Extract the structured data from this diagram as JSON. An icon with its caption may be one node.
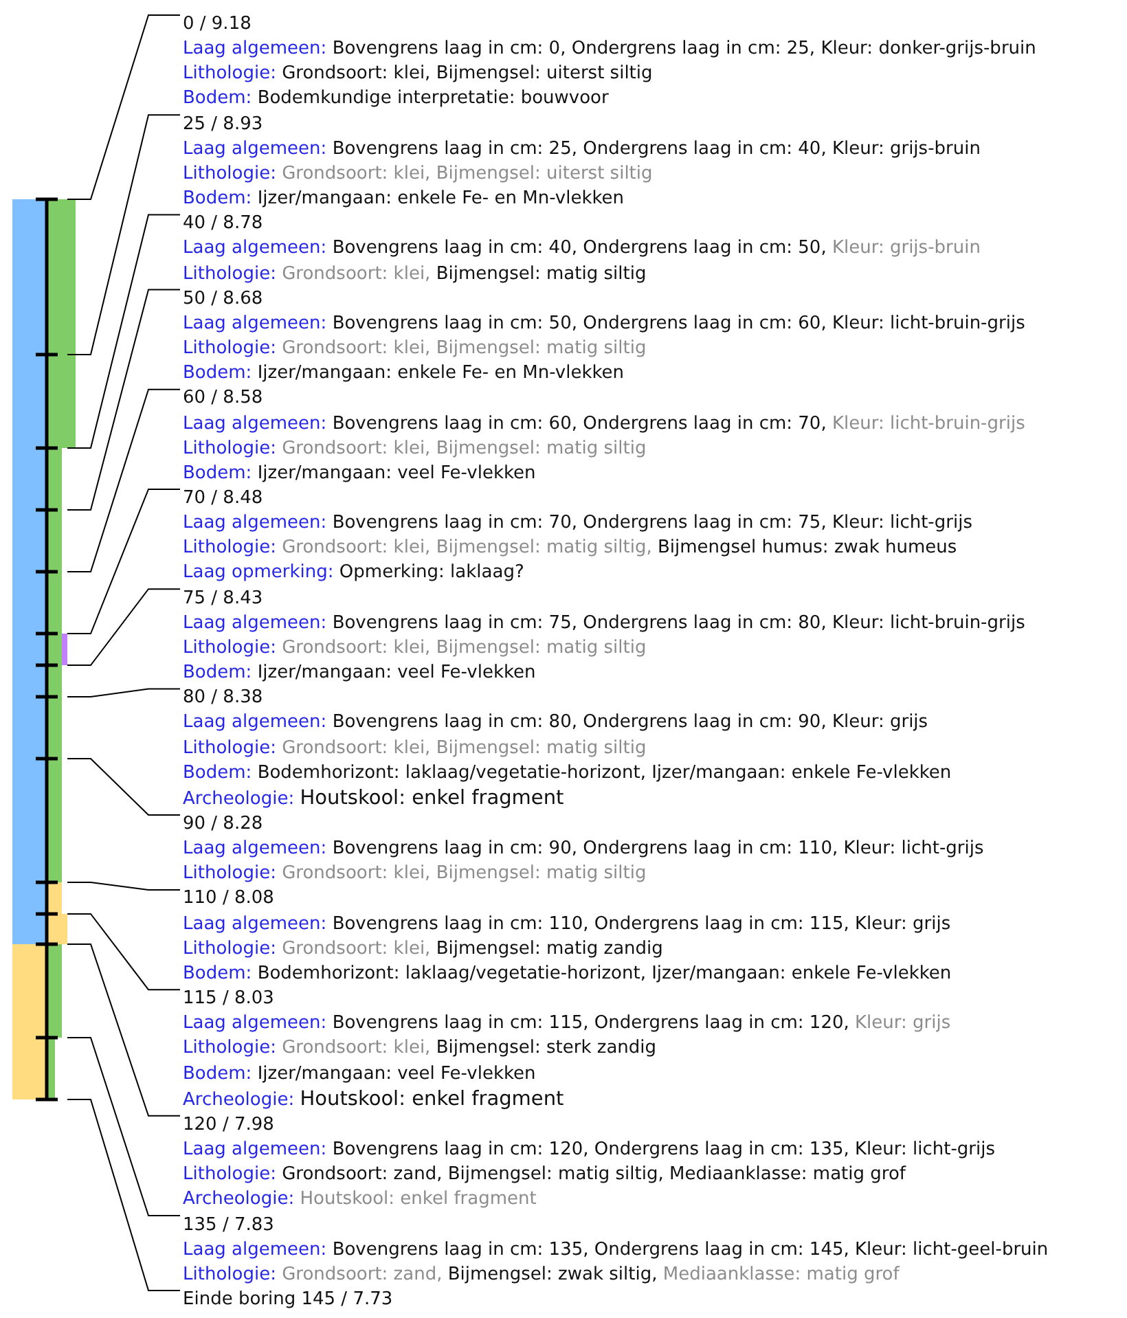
{
  "diagram": {
    "nodes": [
      {
        "text": [
          "0 / 9.18",
          "Laag algemeen: Bovengrens laag in cm: 0, Ondergrens laag in cm: 25, Kleur: donker-grijs-bruin",
          "Lithologie: Grondsoort: klei, Bijmengsel: uiterst siltig",
          "Bodem: Bodemkundige interpretatie: bouwvoor"
        ]
      },
      {
        "text": [
          "25 / 8.93",
          "Laag algemeen: Bovengrens laag in cm: 25, Ondergrens laag in cm: 40, Kleur: grijs-bruin",
          "Lithologie: Grondsoort: klei, Bijmengsel: uiterst siltig",
          "Bodem: Ijzer/mangaan: enkele Fe- en Mn-vlekken"
        ]
      },
      {
        "text": [
          "40 / 8.78",
          "Laag algemeen: Bovengrens laag in cm: 40, Ondergrens laag in cm: 50, Kleur: grijs-bruin",
          "Lithologie: Grondsoort: klei, Bijmengsel: matig siltig"
        ]
      },
      {
        "text": [
          "50 / 8.68",
          "Laag algemeen: Bovengrens laag in cm: 50, Ondergrens laag in cm: 60, Kleur: licht-bruin-grijs",
          "Lithologie: Grondsoort: klei, Bijmengsel: matig siltig",
          "Bodem: Ijzer/mangaan: enkele Fe- en Mn-vlekken"
        ]
      },
      {
        "text": [
          "60 / 8.58",
          "Laag algemeen: Bovengrens laag in cm: 60, Ondergrens laag in cm: 70, Kleur: licht-bruin-grijs",
          "Lithologie: Grondsoort: klei, Bijmengsel: matig siltig",
          "Bodem: Ijzer/mangaan: veel Fe-vlekken"
        ]
      },
      {
        "text": [
          "70 / 8.48",
          "Laag algemeen: Bovengrens laag in cm: 70, Ondergrens laag in cm: 75, Kleur: licht-grijs",
          "Lithologie: Grondsoort: klei, Bijmengsel: matig siltig, Bijmengsel humus: zwak humeus",
          "Laag opmerking: Opmerking: laklaag?"
        ]
      },
      {
        "text": [
          "75 / 8.43",
          "Laag algemeen: Bovengrens laag in cm: 75, Ondergrens laag in cm: 80, Kleur: licht-bruin-grijs",
          "Lithologie: Grondsoort: klei, Bijmengsel: matig siltig",
          "Bodem: Ijzer/mangaan: veel Fe-vlekken"
        ]
      },
      {
        "text": [
          "80 / 8.38",
          "Laag algemeen: Bovengrens laag in cm: 80, Ondergrens laag in cm: 90, Kleur: grijs",
          "Lithologie: Grondsoort: klei, Bijmengsel: matig siltig",
          "Bodem: Bodemhorizont: laklaag/vegetatie-horizont, Ijzer/mangaan: enkele Fe-vlekken",
          "Archeologie: Houtskool: enkel fragment"
        ]
      },
      {
        "text": [
          "90 / 8.28",
          "Laag algemeen: Bovengrens laag in cm: 90, Ondergrens laag in cm: 110, Kleur: licht-grijs",
          "Lithologie: Grondsoort: klei, Bijmengsel: matig siltig"
        ]
      },
      {
        "text": [
          "110 / 8.08",
          "Laag algemeen: Bovengrens laag in cm: 110, Ondergrens laag in cm: 115, Kleur: grijs",
          "Lithologie: Grondsoort: klei, Bijmengsel: matig zandig",
          "Bodem: Bodemhorizont: laklaag/vegetatie-horizont, Ijzer/mangaan: enkele Fe-vlekken"
        ]
      },
      {
        "text": [
          "115 / 8.03",
          "Laag algemeen: Bovengrens laag in cm: 115, Ondergrens laag in cm: 120, Kleur: grijs",
          "Lithologie: Grondsoort: klei, Bijmengsel: sterk zandig",
          "Bodem: Ijzer/mangaan: veel Fe-vlekken",
          "Archeologie: Houtskool: enkel fragment"
        ]
      },
      {
        "text": [
          "120 / 7.98",
          "Laag algemeen: Bovengrens laag in cm: 120, Ondergrens laag in cm: 135, Kleur: licht-grijs",
          "Lithologie: Grondsoort: zand, Bijmengsel: matig siltig, Mediaanklasse: matig grof",
          "Archeologie: Houtskool: enkel fragment"
        ]
      },
      {
        "text": [
          "135 / 7.83",
          "Laag algemeen: Bovengrens laag in cm: 135, Ondergrens laag in cm: 145, Kleur: licht-geel-bruin",
          "Lithologie: Grondsoort: zand, Bijmengsel: zwak siltig, Mediaanklasse: matig grof"
        ]
      },
      {
        "text": [
          "Einde boring 145 / 7.73"
        ]
      },
      {
        "text": [],
        "shape": "bar"
      }
    ],
    "edges": [
      {
        "from": 0,
        "to": 14,
        "arrow": "none"
      },
      {
        "from": 1,
        "to": 14,
        "arrow": "none"
      },
      {
        "from": 2,
        "to": 14,
        "arrow": "none"
      },
      {
        "from": 3,
        "to": 14,
        "arrow": "none"
      },
      {
        "from": 4,
        "to": 14,
        "arrow": "none"
      },
      {
        "from": 5,
        "to": 14,
        "arrow": "none"
      },
      {
        "from": 6,
        "to": 14,
        "arrow": "none"
      },
      {
        "from": 7,
        "to": 14,
        "arrow": "none"
      },
      {
        "from": 8,
        "to": 14,
        "arrow": "none"
      },
      {
        "from": 9,
        "to": 14,
        "arrow": "none"
      },
      {
        "from": 10,
        "to": 14,
        "arrow": "none"
      },
      {
        "from": 11,
        "to": 14,
        "arrow": "none"
      },
      {
        "from": 12,
        "to": 14,
        "arrow": "none"
      },
      {
        "from": 13,
        "to": 14,
        "arrow": "none"
      }
    ]
  }
}
